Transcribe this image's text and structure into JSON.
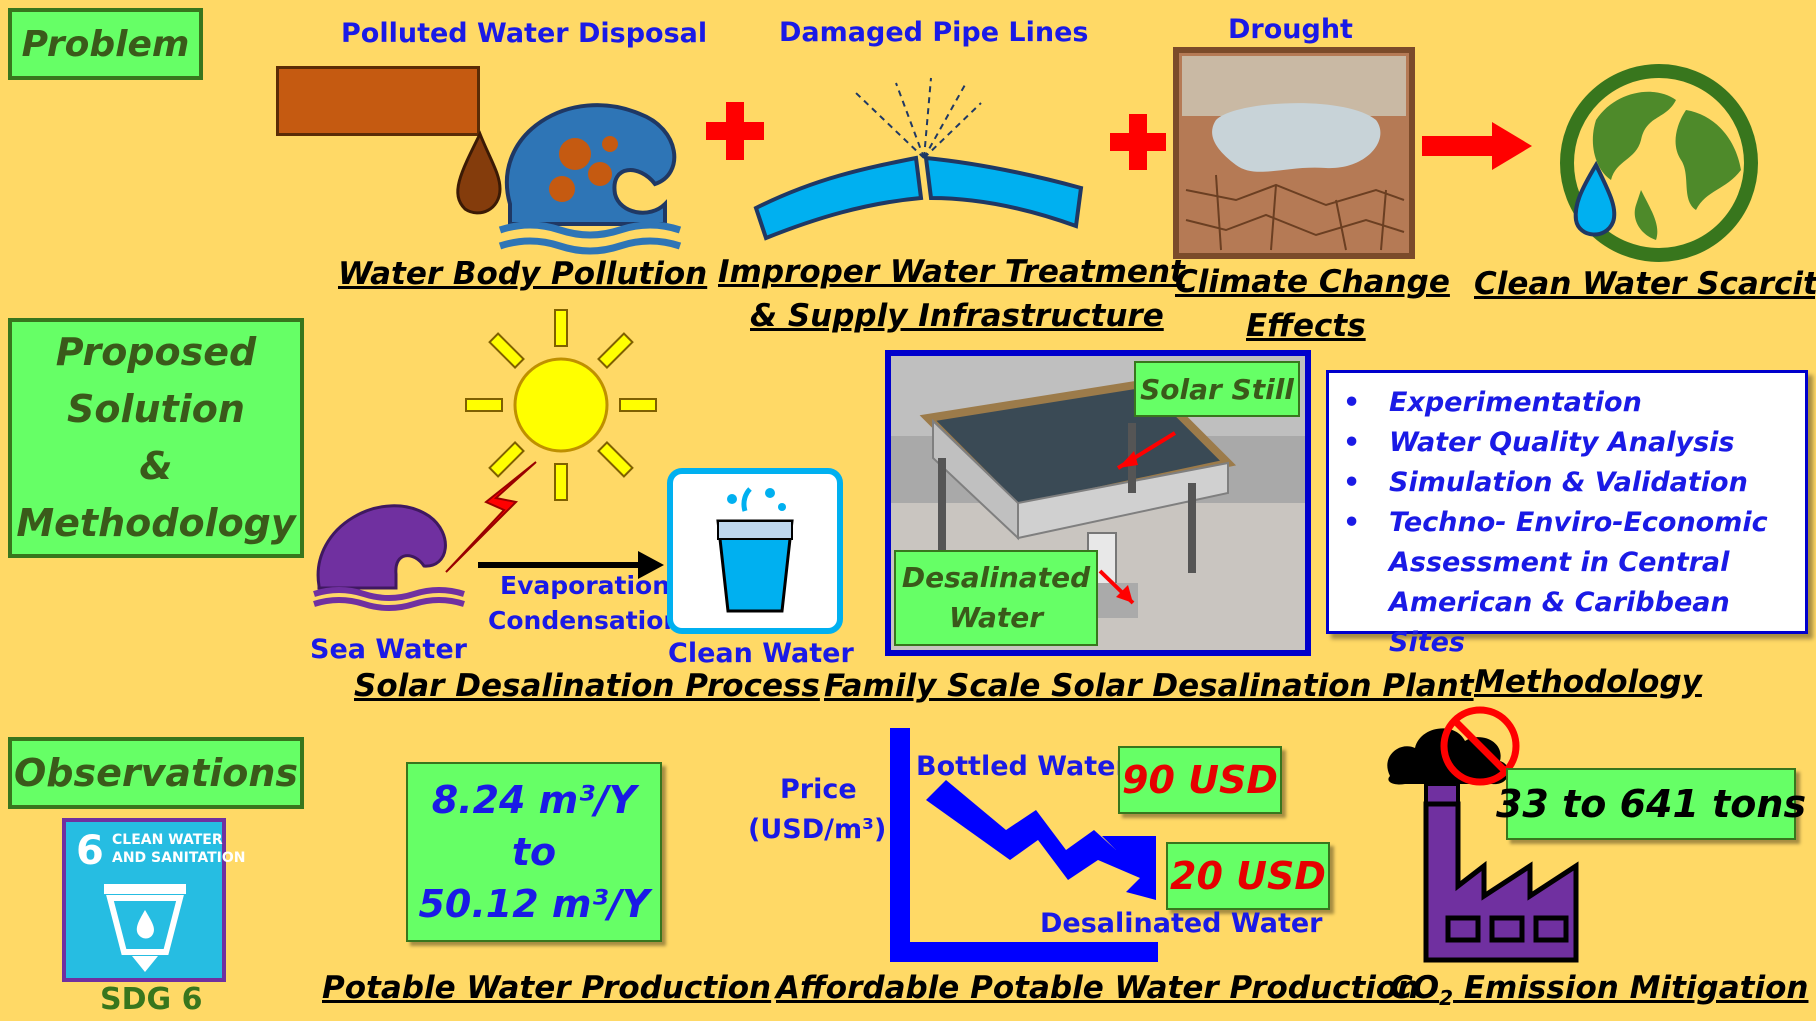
{
  "sections": {
    "problem": "Problem",
    "solution_line1": "Proposed",
    "solution_line2": "Solution",
    "solution_line3": "&",
    "solution_line4": "Methodology",
    "observations": "Observations"
  },
  "problem": {
    "pollution_top": "Polluted Water Disposal",
    "pollution_caption": "Water Body Pollution",
    "pipes_top": "Damaged Pipe Lines",
    "pipes_caption_1": "Improper Water Treatment",
    "pipes_caption_2": "& Supply Infrastructure",
    "drought_top": "Drought",
    "climate_caption_1": "Climate Change",
    "climate_caption_2": "Effects",
    "scarcity_caption": "Clean Water Scarcity"
  },
  "solution": {
    "sea_water": "Sea Water",
    "evaporation": "Evaporation",
    "condensation": "Condensation",
    "clean_water": "Clean Water",
    "process_caption": "Solar Desalination Process",
    "solar_still_label": "Solar Still",
    "desalinated_label_1": "Desalinated",
    "desalinated_label_2": "Water",
    "plant_caption": "Family Scale Solar Desalination Plant",
    "methodology_items": [
      "Experimentation",
      "Water Quality Analysis",
      "Simulation & Validation"
    ],
    "methodology_item4_line1": "Techno- Enviro-Economic",
    "methodology_item4_line2": "Assessment in Central",
    "methodology_item4_line3": "American & Caribbean Sites",
    "methodology_caption": "Methodology"
  },
  "observations": {
    "sdg_number": "6",
    "sdg_text_1": "CLEAN WATER",
    "sdg_text_2": "AND SANITATION",
    "sdg_label": "SDG 6",
    "production_line1": "8.24 m³/Y",
    "production_line2": "to",
    "production_line3": "50.12 m³/Y",
    "production_caption": "Potable Water Production",
    "price_label_1": "Price",
    "price_label_2": "(USD/m³)",
    "bottled_water": "Bottled Water",
    "bottled_price": "90 USD",
    "desalinated_price": "20 USD",
    "desalinated_water": "Desalinated Water",
    "affordable_caption": "Affordable Potable Water Production",
    "co2_value": "33 to 641 tons",
    "co2_caption_prefix": "CO",
    "co2_caption_sub": "2",
    "co2_caption_suffix": " Emission Mitigation"
  },
  "colors": {
    "background": "#FFD966",
    "green_box": "#66FF66",
    "label_blue": "#1A1AE6",
    "red": "#E60000",
    "factory_purple": "#7030A0"
  }
}
